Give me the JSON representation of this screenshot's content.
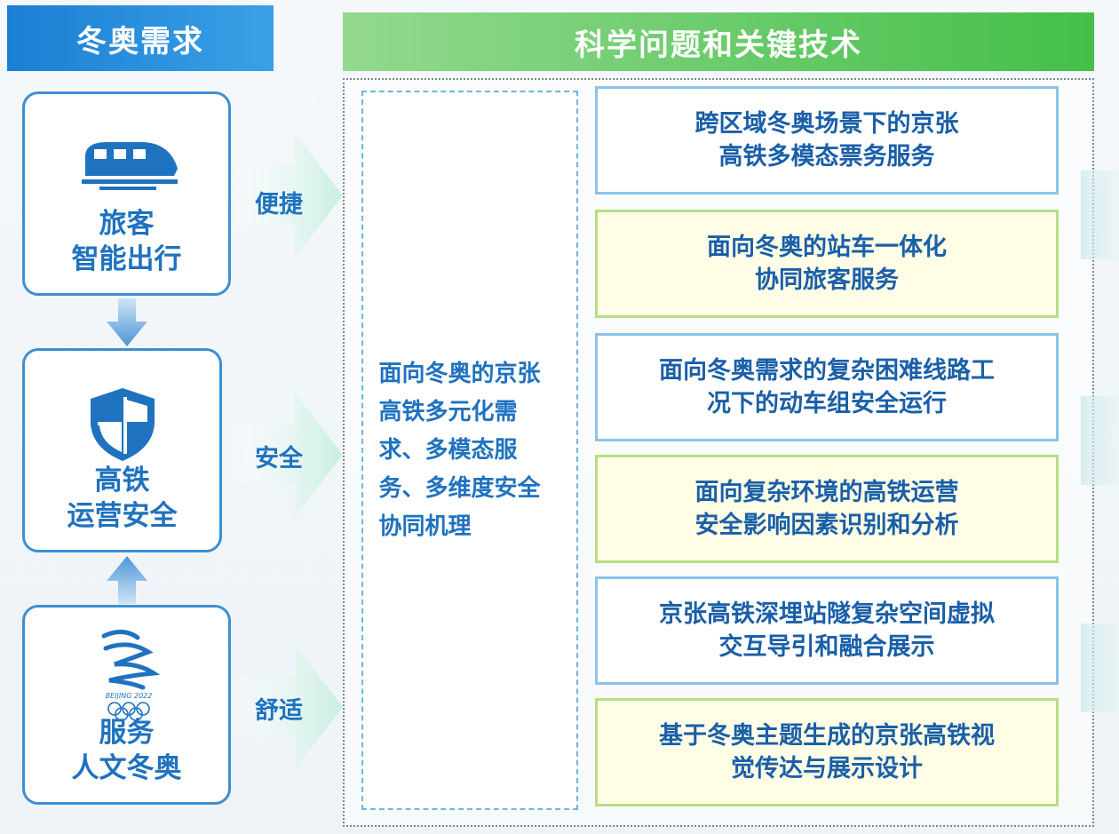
{
  "headers": {
    "left": "冬奥需求",
    "right": "科学问题和关键技术"
  },
  "needs": [
    {
      "icon": "train-icon",
      "label": "旅客\n智能出行"
    },
    {
      "icon": "shield-icon",
      "label": "高铁\n运营安全"
    },
    {
      "icon": "beijing-2022-emblem",
      "label": "服务\n人文冬奥",
      "emblem_text": "BEIJING 2022"
    }
  ],
  "flow_labels": [
    "便捷",
    "安全",
    "舒适"
  ],
  "mechanism": "面向冬奥的京张高铁多元化需求、多模态服务、多维度安全协同机理",
  "key_technologies": [
    "跨区域冬奥场景下的京张\n高铁多模态票务服务",
    "面向冬奥的站车一体化\n协同旅客服务",
    "面向冬奥需求的复杂困难线路工\n况下的动车组安全运行",
    "面向复杂环境的高铁运营\n安全影响因素识别和分析",
    "京张高铁深埋站隧复杂空间虚拟\n交互导引和融合展示",
    "基于冬奥主题生成的京张高铁视\n觉传达与展示设计"
  ],
  "colors": {
    "blue_header": "#1b7fd4",
    "green_header": "#44bf4a",
    "text_blue": "#1f72bf",
    "box_border_blue": "#8cc3ea",
    "box_border_green": "#b6de83"
  }
}
